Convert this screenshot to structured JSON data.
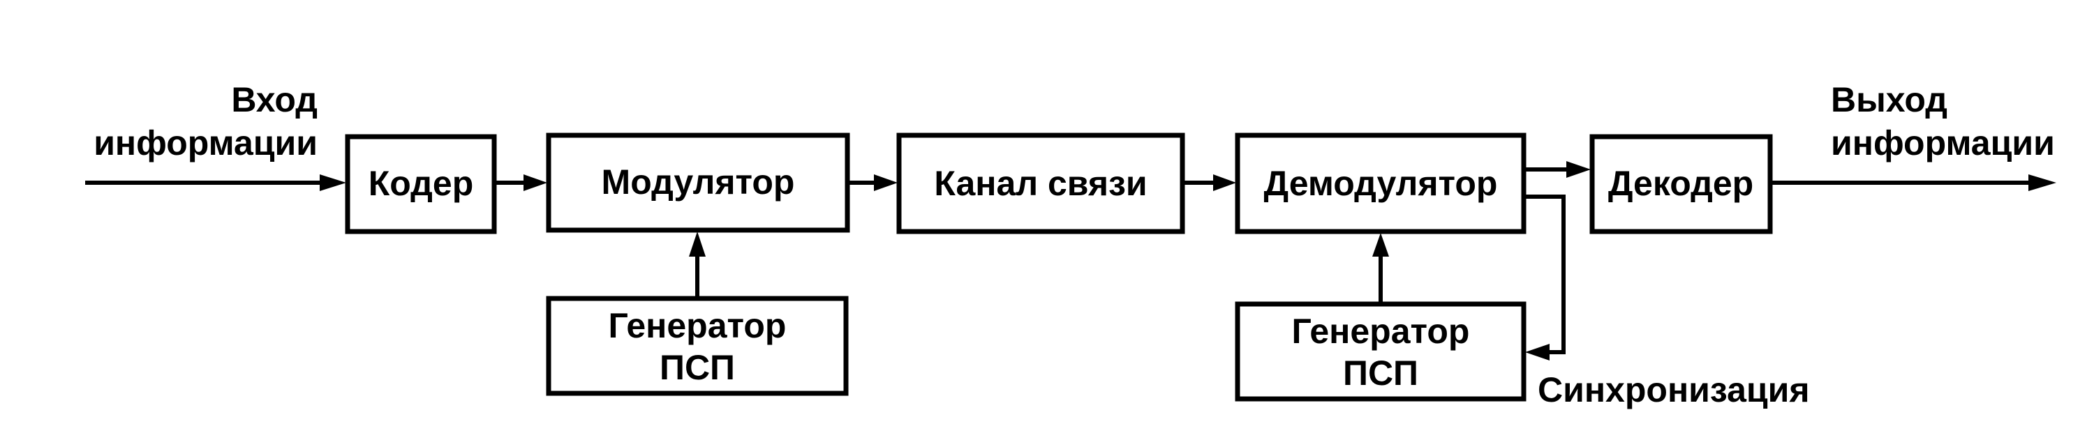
{
  "diagram": {
    "input": {
      "line1": "Вход",
      "line2": "информации"
    },
    "output": {
      "line1": "Выход",
      "line2": "информации"
    },
    "blocks": {
      "coder": "Кодер",
      "modulator": "Модулятор",
      "channel": "Канал связи",
      "demodulator": "Демодулятор",
      "decoder": "Декодер",
      "gen1": {
        "line1": "Генератор",
        "line2": "ПСП"
      },
      "gen2": {
        "line1": "Генератор",
        "line2": "ПСП"
      }
    },
    "sync_label": "Синхронизация"
  }
}
